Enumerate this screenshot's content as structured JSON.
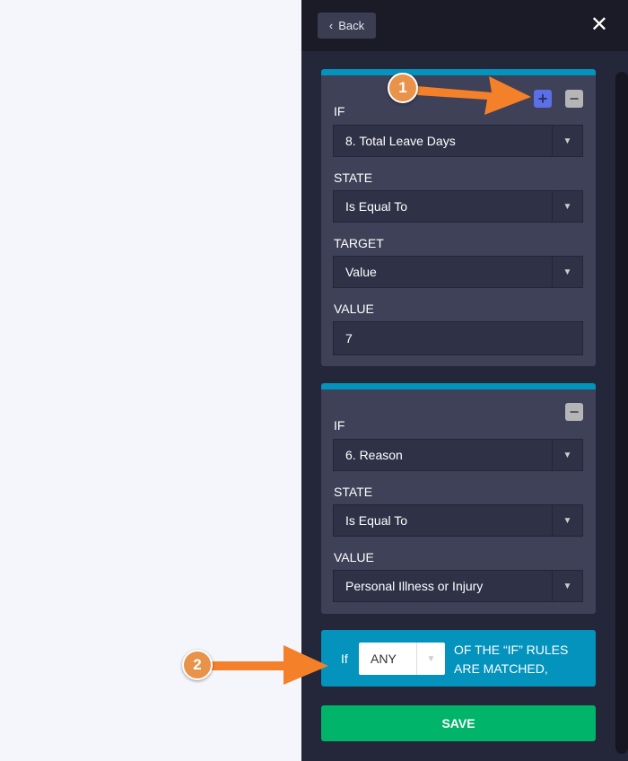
{
  "header": {
    "back_label": "Back",
    "close_icon": "close-icon"
  },
  "conditions": [
    {
      "if_label": "IF",
      "if_value": "8. Total Leave Days",
      "state_label": "STATE",
      "state_value": "Is Equal To",
      "target_label": "TARGET",
      "target_value": "Value",
      "value_label": "VALUE",
      "value_value": "7"
    },
    {
      "if_label": "IF",
      "if_value": "6. Reason",
      "state_label": "STATE",
      "state_value": "Is Equal To",
      "value_label": "VALUE",
      "value_value": "Personal Illness or Injury"
    }
  ],
  "match": {
    "prefix": "If",
    "selected": "ANY",
    "suffix_line1": "OF THE “IF” RULES",
    "suffix_line2": "ARE MATCHED,"
  },
  "save_label": "SAVE",
  "annotations": {
    "badge1": "1",
    "badge2": "2"
  },
  "colors": {
    "accent": "#0393bd",
    "save": "#00b46a",
    "arrow": "#f5802a",
    "add": "#5b6fe6"
  }
}
